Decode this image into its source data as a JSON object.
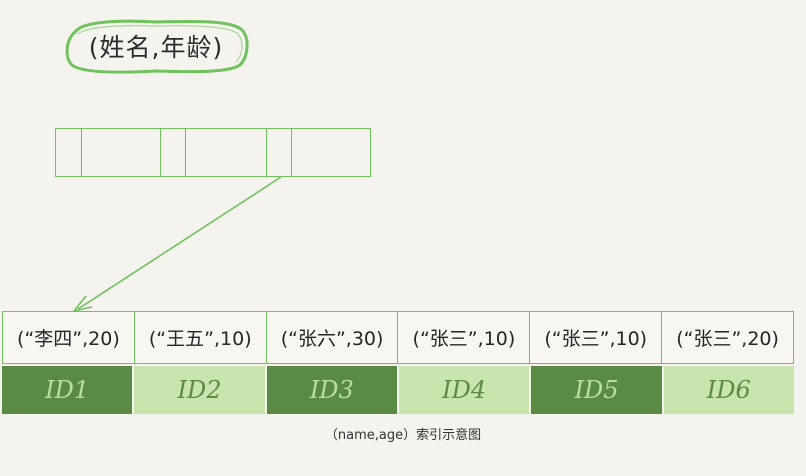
{
  "title": "(姓名,年龄)",
  "index_tree": {
    "root_cell_count": 6
  },
  "leaves": [
    {
      "key": "(“李四”,20)",
      "id": "ID1",
      "shade": "dark"
    },
    {
      "key": "(“王五”,10)",
      "id": "ID2",
      "shade": "light"
    },
    {
      "key": "(“张六”,30)",
      "id": "ID3",
      "shade": "dark"
    },
    {
      "key": "(“张三”,10)",
      "id": "ID4",
      "shade": "light"
    },
    {
      "key": "(“张三”,10)",
      "id": "ID5",
      "shade": "dark"
    },
    {
      "key": "(“张三”,20)",
      "id": "ID6",
      "shade": "light"
    }
  ],
  "caption": "（name,age）索引示意图",
  "colors": {
    "line_green": "#6fc35d",
    "dark_green": "#5a8a43",
    "light_green": "#c8e5ad"
  }
}
